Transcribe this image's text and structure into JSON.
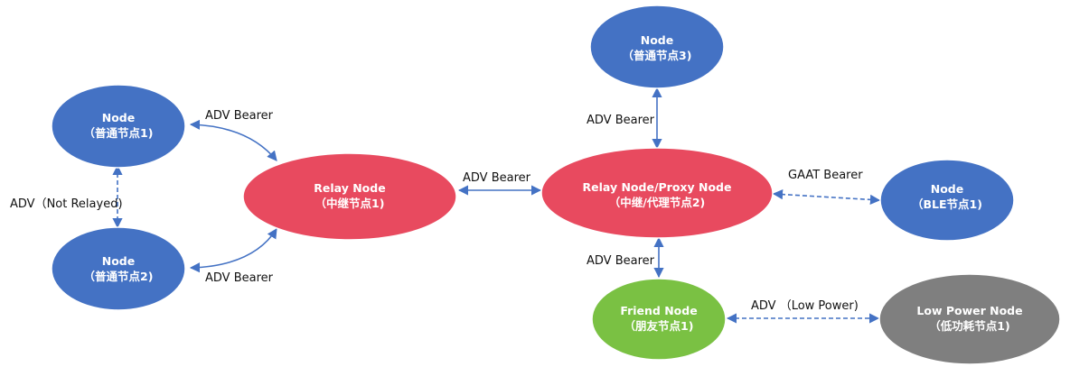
{
  "colors": {
    "node": "#4472C4",
    "relay": "#E84A5F",
    "friend": "#7AC143",
    "lowpower": "#7F7F7F",
    "arrow": "#4472C4"
  },
  "nodes": {
    "node1": {
      "title": "Node",
      "subtitle": "（普通节点1)"
    },
    "node2": {
      "title": "Node",
      "subtitle": "（普通节点2)"
    },
    "node3": {
      "title": "Node",
      "subtitle": "（普通节点3)"
    },
    "relay1": {
      "title": "Relay  Node",
      "subtitle": "（中继节点1)"
    },
    "relay_proxy": {
      "title": "Relay  Node/Proxy Node",
      "subtitle": "（中继/代理节点2)"
    },
    "ble_node": {
      "title": "Node",
      "subtitle": "（BLE节点1)"
    },
    "friend": {
      "title": "Friend Node",
      "subtitle": "（朋友节点1)"
    },
    "low_power": {
      "title": "Low Power  Node",
      "subtitle": "（低功耗节点1)"
    }
  },
  "edges": {
    "node1_relay1": "ADV Bearer",
    "node2_relay1": "ADV Bearer",
    "node1_node2": "ADV（Not Relayed)",
    "relay1_relay2": "ADV Bearer",
    "relay2_node3": "ADV Bearer",
    "relay2_ble": "GAAT Bearer",
    "relay2_friend": "ADV Bearer",
    "friend_lowpower": "ADV （Low Power)"
  }
}
